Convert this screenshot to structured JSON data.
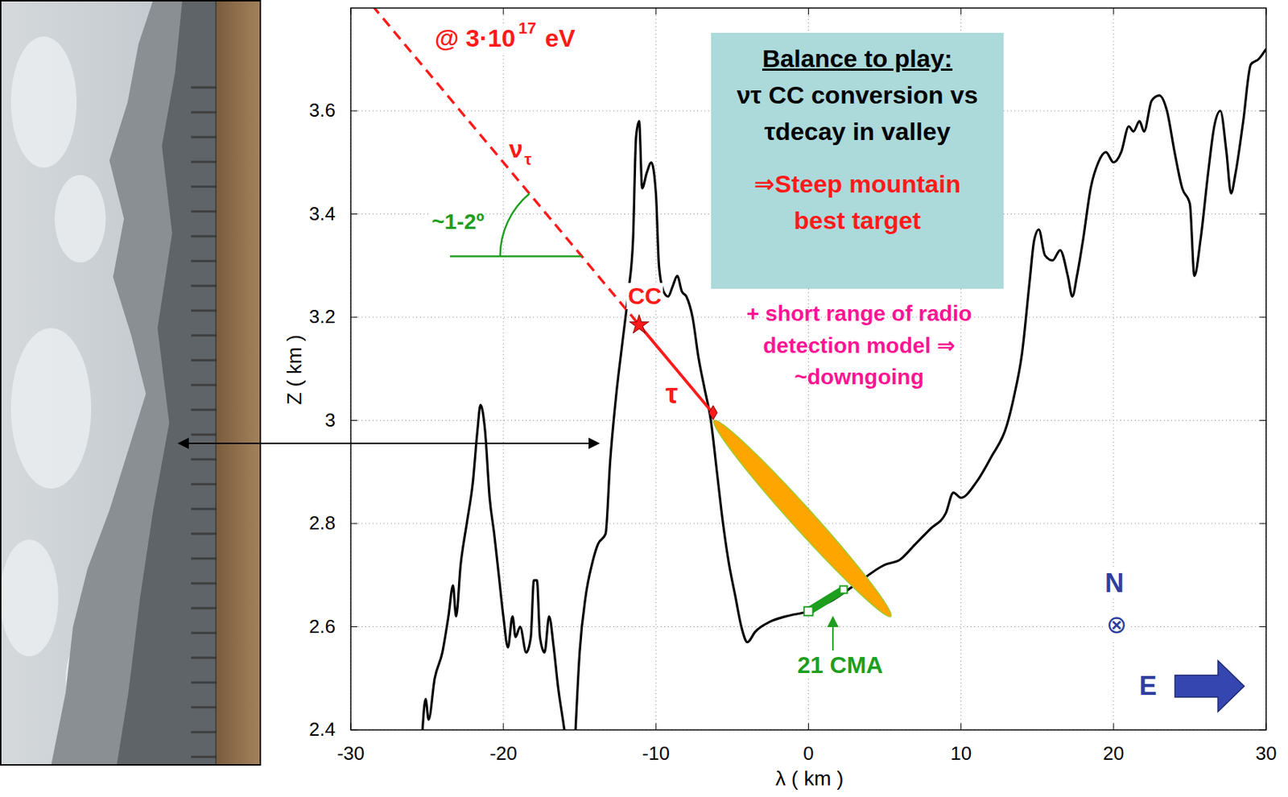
{
  "diagram": {
    "nodes": [
      {
        "text": [
          "Balance to play:",
          "ντ CC conversion vs τdecay in valley",
          "⇒Steep mountain best target"
        ]
      }
    ],
    "labels": [
      "@ 3·10",
      "17",
      "eV",
      "ν",
      "τ",
      "~1-2º",
      "CC",
      "τ",
      "+ short range of radio detection model ⇒ ~downgoing",
      "21 CMA",
      "N",
      "⊗",
      "E",
      "2.4",
      "2.6",
      "2.8",
      "3",
      "3.2",
      "3.4",
      "3.6",
      "-30",
      "-20",
      "-10",
      "0",
      "10",
      "20",
      "30",
      "Z ( km )",
      "λ ( km )"
    ]
  }
}
